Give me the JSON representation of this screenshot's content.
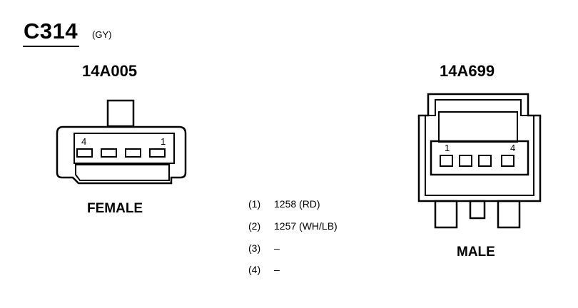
{
  "connector": {
    "id": "C314",
    "color": "(GY)"
  },
  "female": {
    "part_number": "14A005",
    "label": "FEMALE",
    "pin_left": "4",
    "pin_right": "1"
  },
  "male": {
    "part_number": "14A699",
    "label": "MALE",
    "pin_left": "1",
    "pin_right": "4"
  },
  "pins": [
    {
      "num": "(1)",
      "circuit": "1258 (RD)"
    },
    {
      "num": "(2)",
      "circuit": "1257 (WH/LB)"
    },
    {
      "num": "(3)",
      "circuit": "–"
    },
    {
      "num": "(4)",
      "circuit": "–"
    }
  ]
}
